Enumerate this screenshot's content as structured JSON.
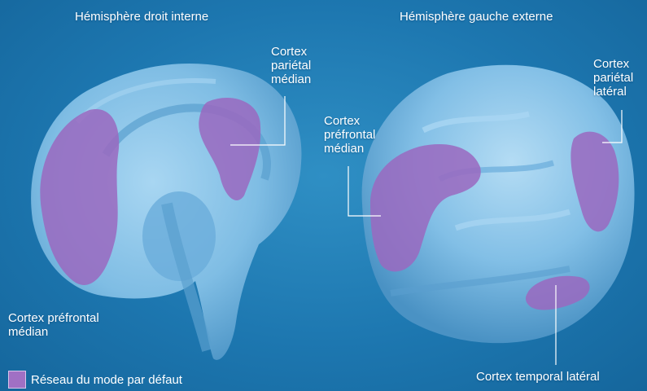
{
  "titles": {
    "left": "Hémisphère droit interne",
    "right": "Hémisphère gauche externe"
  },
  "labels": {
    "left_parietal": [
      "Cortex",
      "pariétal",
      "médian"
    ],
    "left_prefrontal": [
      "Cortex préfrontal",
      "médian"
    ],
    "right_prefrontal": [
      "Cortex",
      "préfrontal",
      "médian"
    ],
    "right_parietal": [
      "Cortex",
      "pariétal",
      "latéral"
    ],
    "right_temporal": "Cortex temporal latéral"
  },
  "legend": {
    "label": "Réseau du mode par défaut",
    "color": "#a070c4"
  },
  "colors": {
    "background": "#1d77b0",
    "brain": "#7fbde4",
    "highlight": "#9a68c0"
  }
}
